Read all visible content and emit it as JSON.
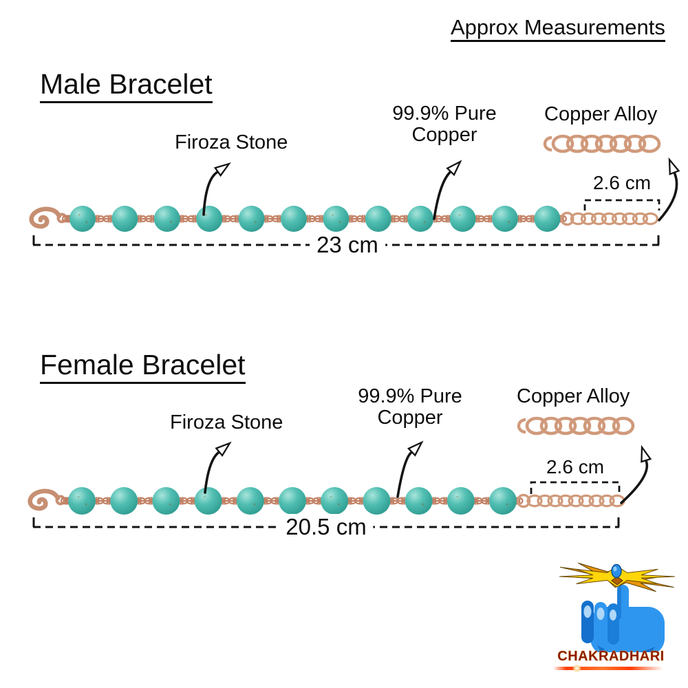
{
  "title": "Approx Measurements",
  "male": {
    "heading": "Male Bracelet",
    "stone_label": "Firoza Stone",
    "copper_label_line1": "99.9% Pure",
    "copper_label_line2": "Copper",
    "alloy_label": "Copper Alloy",
    "extension_length": "2.6 cm",
    "total_length": "23 cm",
    "bead_count": 12
  },
  "female": {
    "heading": "Female Bracelet",
    "stone_label": "Firoza Stone",
    "copper_label_line1": "99.9% Pure",
    "copper_label_line2": "Copper",
    "alloy_label": "Copper Alloy",
    "extension_length": "2.6 cm",
    "total_length": "20.5 cm",
    "bead_count": 11
  },
  "logo": {
    "brand": "CHAKRADHARI"
  },
  "colors": {
    "bead": "#52bfb3",
    "bead_highlight": "#a9e4db",
    "bead_deep": "#2f9c91",
    "wire": "#c28165",
    "chain": "#d09a7b",
    "clasp": "#c78f72",
    "arrow": "#141414",
    "text": "#0d0d0d",
    "brand_red": "#8c1508",
    "chakra_yellow": "#ffd60a",
    "chakra_orange": "#e8960c",
    "hand_blue": "#2f96ef"
  }
}
